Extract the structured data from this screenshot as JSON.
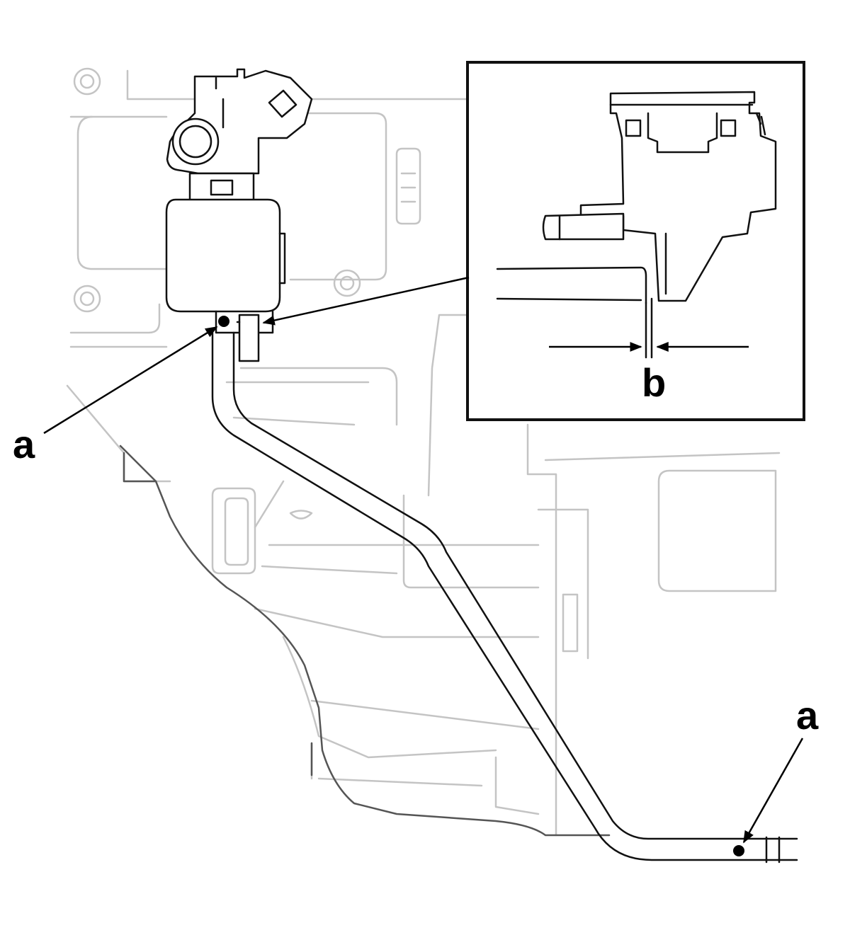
{
  "callouts": {
    "a_left": "a",
    "a_right": "a",
    "b_detail": "b"
  }
}
